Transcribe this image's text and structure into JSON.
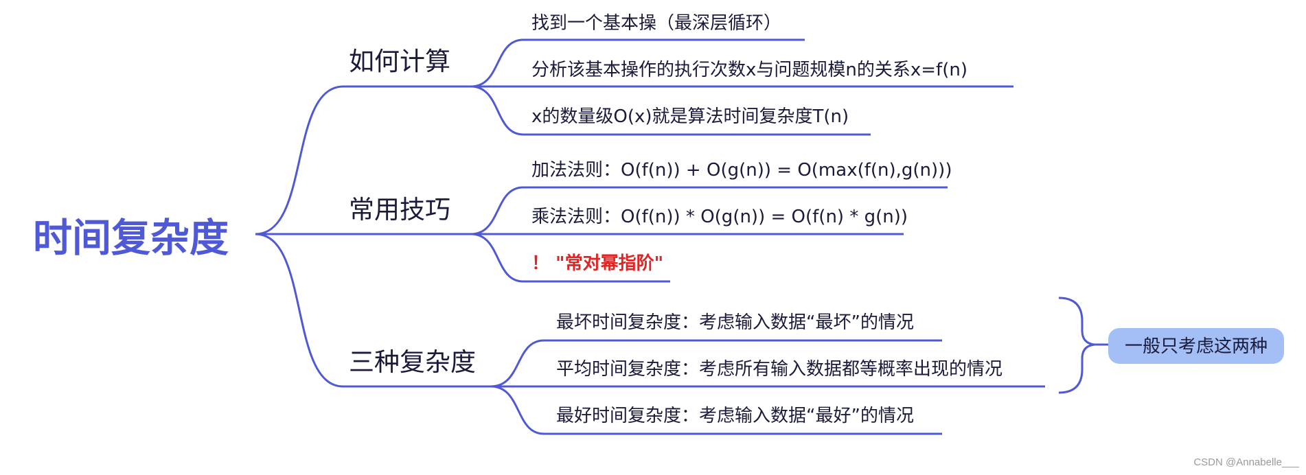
{
  "root": {
    "label": "时间复杂度"
  },
  "branches": [
    {
      "label": "如何计算",
      "leaves": [
        {
          "text": "找到一个基本操（最深层循环）"
        },
        {
          "text": "分析该基本操作的执行次数x与问题规模n的关系x=f(n)"
        },
        {
          "text": "x的数量级O(x)就是算法时间复杂度T(n)"
        }
      ]
    },
    {
      "label": "常用技巧",
      "leaves": [
        {
          "text": "加法法则：O(f(n)) + O(g(n)) = O(max(f(n),g(n)))"
        },
        {
          "text": "乘法法则：O(f(n)) * O(g(n)) = O(f(n) * g(n))"
        },
        {
          "text": "！ \"常对幂指阶\"",
          "style": "warning"
        }
      ]
    },
    {
      "label": "三种复杂度",
      "leaves": [
        {
          "text": "最坏时间复杂度：考虑输入数据“最坏”的情况"
        },
        {
          "text": "平均时间复杂度：考虑所有输入数据都等概率出现的情况"
        },
        {
          "text": "最好时间复杂度：考虑输入数据“最好”的情况"
        }
      ]
    }
  ],
  "summary_note": {
    "text": "一般只考虑这两种"
  },
  "watermark": "CSDN @Annabelle___",
  "colors": {
    "accent": "#4f59d6",
    "warning": "#e02424",
    "note_fill": "#a3bff5"
  }
}
